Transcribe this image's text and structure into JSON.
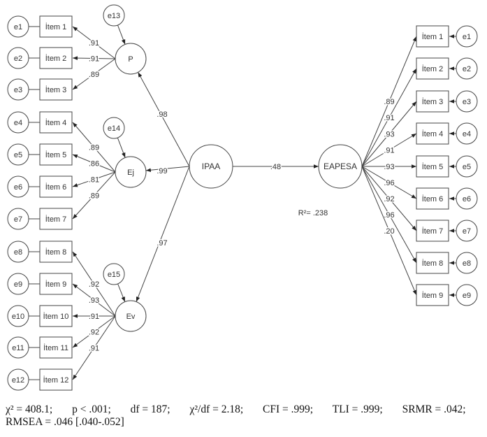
{
  "factors": [
    {
      "name": "P",
      "error": "e13",
      "path_label": ".98",
      "items": [
        {
          "item": "İtem 1",
          "error": "e1",
          "loading": ".91"
        },
        {
          "item": "İtem 2",
          "error": "e2",
          "loading": ".91"
        },
        {
          "item": "İtem 3",
          "error": "e3",
          "loading": ".89"
        }
      ]
    },
    {
      "name": "Ej",
      "error": "e14",
      "path_label": ".99",
      "items": [
        {
          "item": "İtem 4",
          "error": "e4",
          "loading": ".89"
        },
        {
          "item": "İtem 5",
          "error": "e5",
          "loading": ".86"
        },
        {
          "item": "İtem 6",
          "error": "e6",
          "loading": ".81"
        },
        {
          "item": "İtem 7",
          "error": "e7",
          "loading": ".89"
        }
      ]
    },
    {
      "name": "Ev",
      "error": "e15",
      "path_label": ".97",
      "items": [
        {
          "item": "İtem 8",
          "error": "e8",
          "loading": ".92"
        },
        {
          "item": "İtem 9",
          "error": "e9",
          "loading": ".93"
        },
        {
          "item": "İtem 10",
          "error": "e10",
          "loading": ".91"
        },
        {
          "item": "İtem 11",
          "error": "e11",
          "loading": ".92"
        },
        {
          "item": "İtem 12",
          "error": "e12",
          "loading": ".91"
        }
      ]
    }
  ],
  "second_order": {
    "name": "IPAA"
  },
  "outcome": {
    "name": "EAPESA",
    "path_label": ".48",
    "r2": "R²= .238",
    "items": [
      {
        "item": "İtem 1",
        "error": "e1",
        "loading": ".89"
      },
      {
        "item": "İtem 2",
        "error": "e2",
        "loading": ".91"
      },
      {
        "item": "İtem 3",
        "error": "e3",
        "loading": ".93"
      },
      {
        "item": "İtem 4",
        "error": "e4",
        "loading": ".91"
      },
      {
        "item": "İtem 5",
        "error": "e5",
        "loading": ".93"
      },
      {
        "item": "İtem 6",
        "error": "e6",
        "loading": ".96"
      },
      {
        "item": "İtem 7",
        "error": "e7",
        "loading": ".92"
      },
      {
        "item": "İtem 8",
        "error": "e8",
        "loading": ".96"
      },
      {
        "item": "İtem 9",
        "error": "e9",
        "loading": ".20"
      }
    ]
  },
  "fit": {
    "chi2": "χ² = 408.1;",
    "p": "p < .001;",
    "df": "df = 187;",
    "chi2df": "χ²/df = 2.18;",
    "cfi": "CFI = .999;",
    "tli": "TLI = .999;",
    "srmr": "SRMR = .042;",
    "rmsea": "RMSEA = .046 [.040-.052]"
  }
}
